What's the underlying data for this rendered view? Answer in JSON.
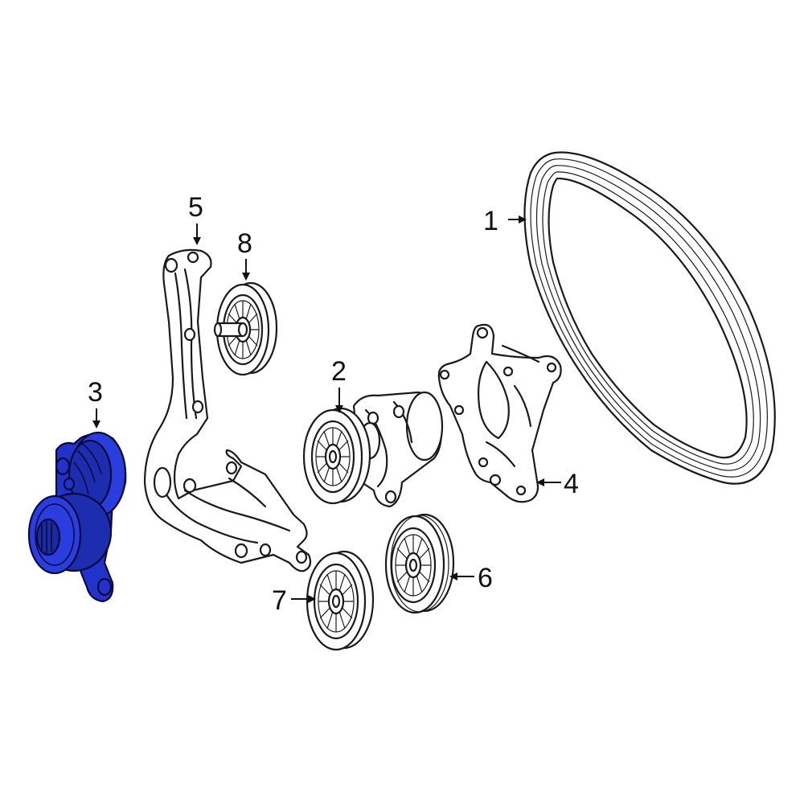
{
  "callouts": {
    "c1": "1",
    "c2": "2",
    "c3": "3",
    "c4": "4",
    "c5": "5",
    "c6": "6",
    "c7": "7",
    "c8": "8"
  },
  "parts": [
    {
      "id": "1",
      "name": "belt"
    },
    {
      "id": "2",
      "name": "tensioner-with-pulley"
    },
    {
      "id": "3",
      "name": "belt-tensioner",
      "highlighted": true
    },
    {
      "id": "4",
      "name": "mounting-bracket"
    },
    {
      "id": "5",
      "name": "accessory-bracket"
    },
    {
      "id": "6",
      "name": "grooved-idler-pulley"
    },
    {
      "id": "7",
      "name": "idler-pulley"
    },
    {
      "id": "8",
      "name": "idler-pulley-with-stud"
    }
  ],
  "colors": {
    "highlight": "#2233cc",
    "line": "#1a1a1a",
    "background": "#ffffff"
  }
}
